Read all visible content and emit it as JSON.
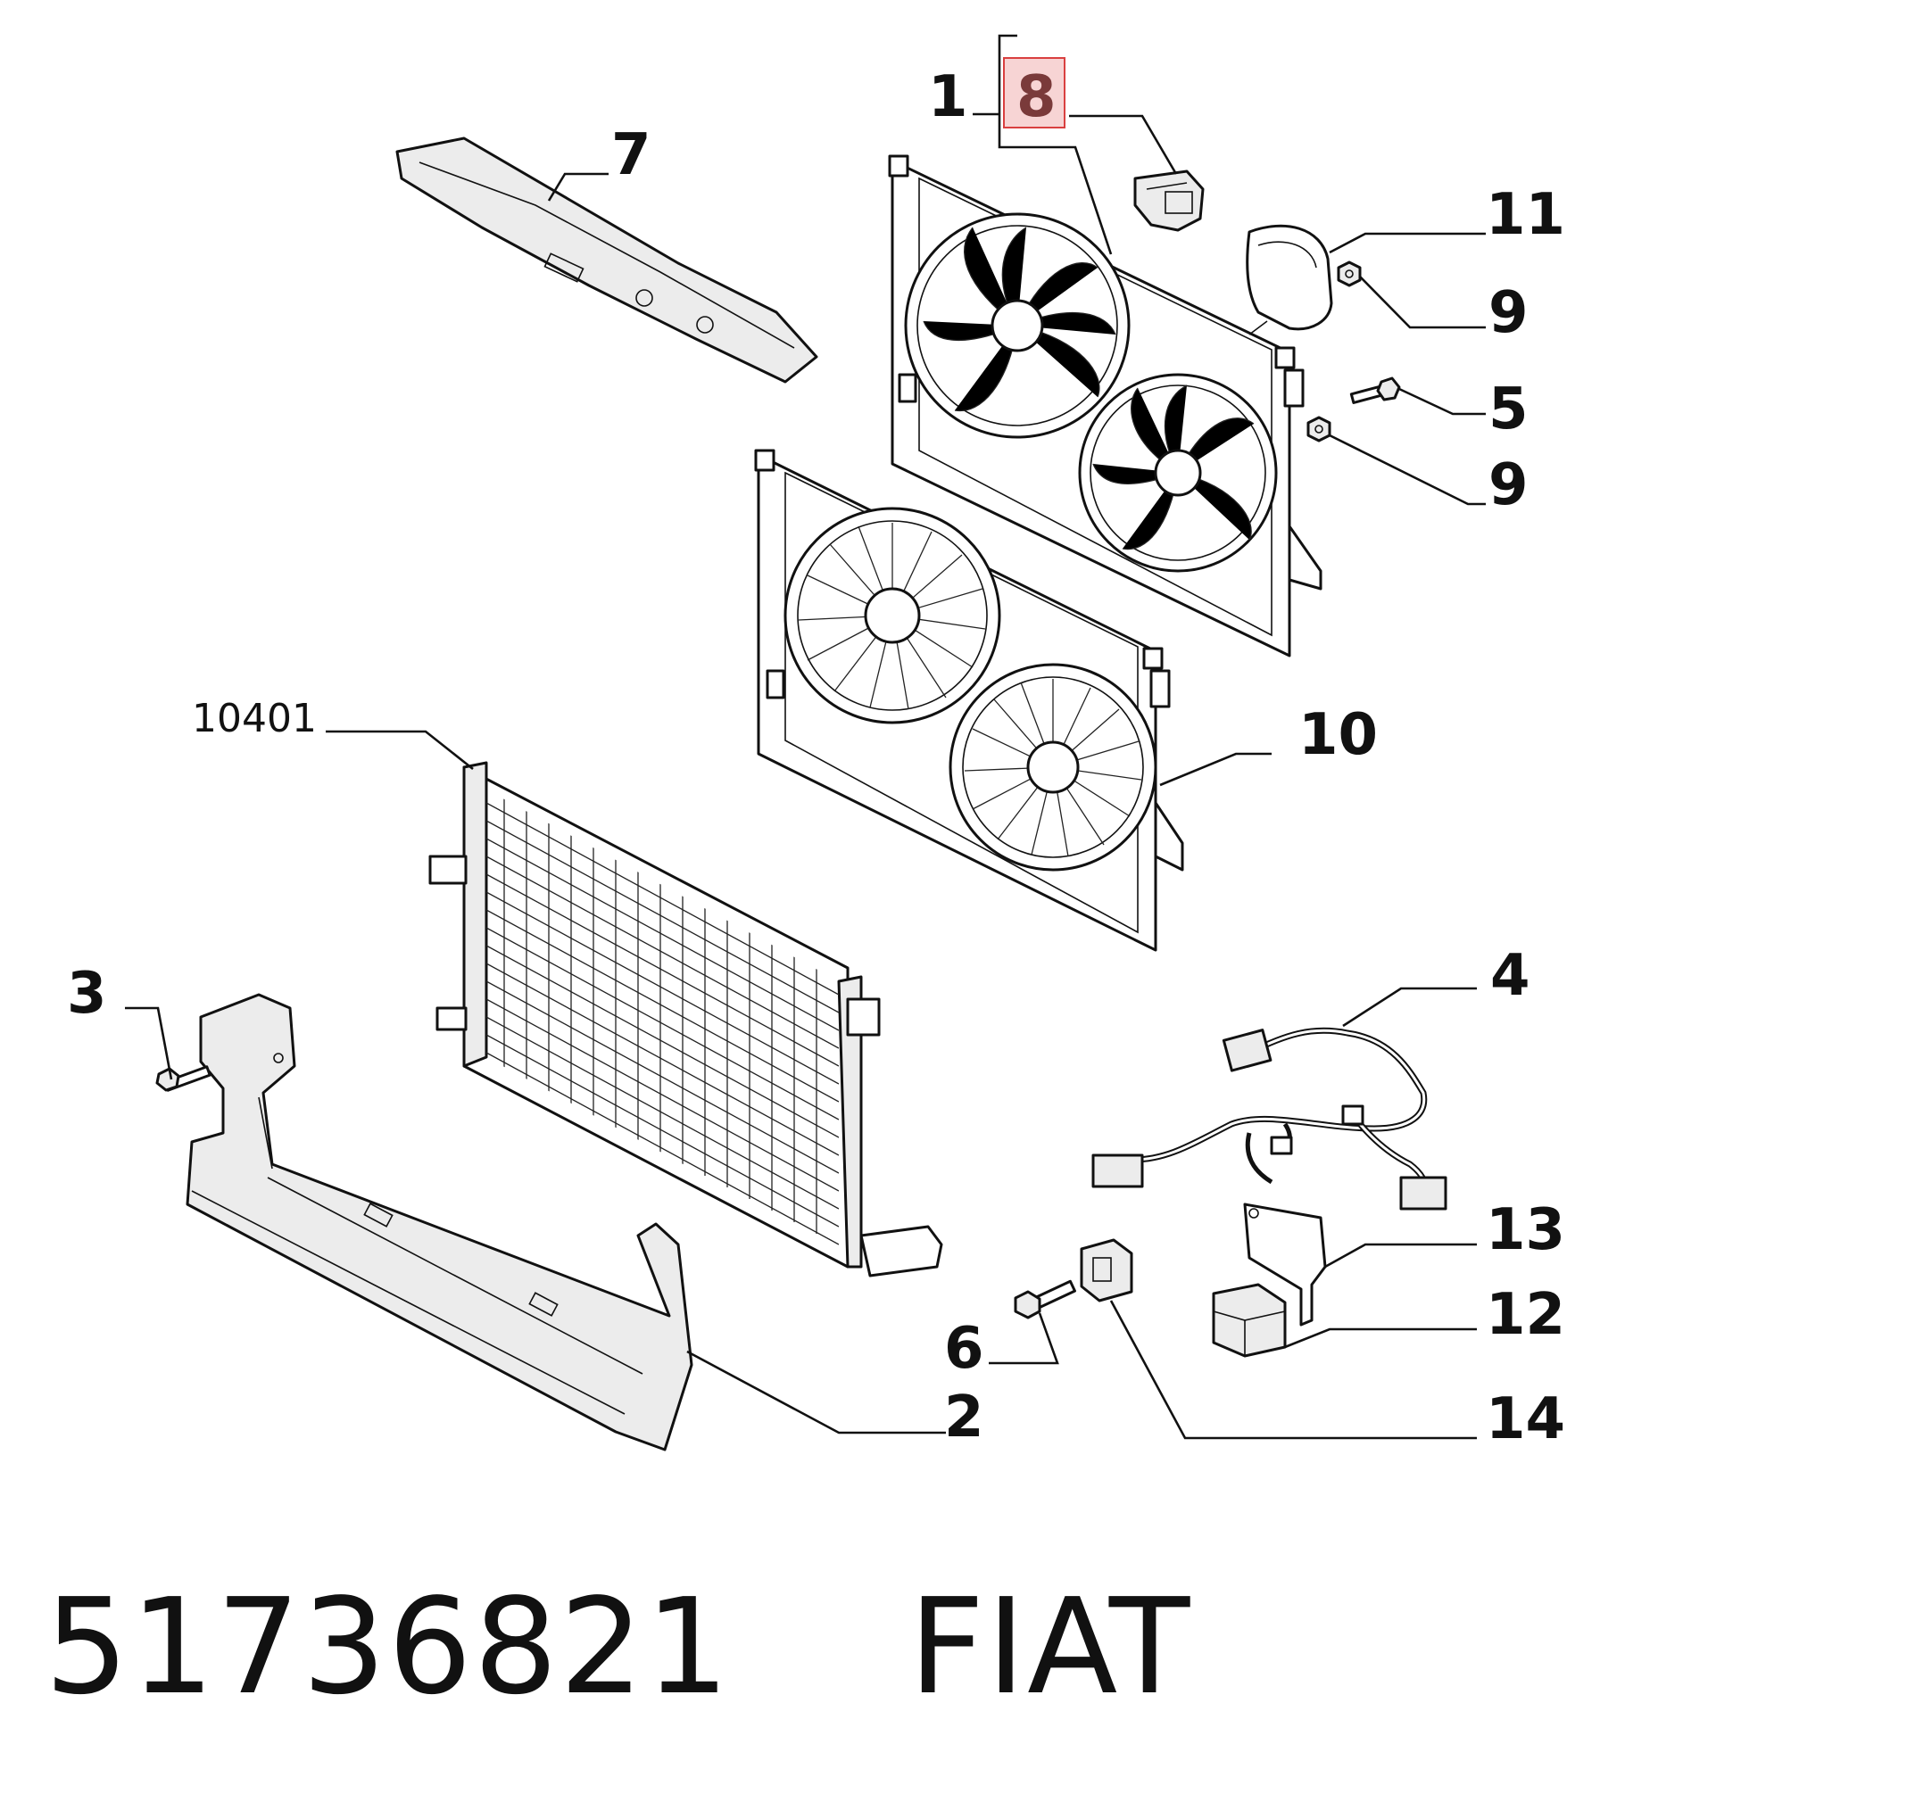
{
  "callouts": {
    "c1": "1",
    "c8": "8",
    "c7": "7",
    "c11": "11",
    "c9a": "9",
    "c5": "5",
    "c9b": "9",
    "c10": "10",
    "c10401": "10401",
    "c3": "3",
    "c4": "4",
    "c13": "13",
    "c12": "12",
    "c6": "6",
    "c2": "2",
    "c14": "14"
  },
  "highlight": {
    "callout": "8",
    "fill": "#f7d4d4",
    "stroke": "#d94040"
  },
  "caption": {
    "part_number": "51736821",
    "brand": "FIAT"
  }
}
